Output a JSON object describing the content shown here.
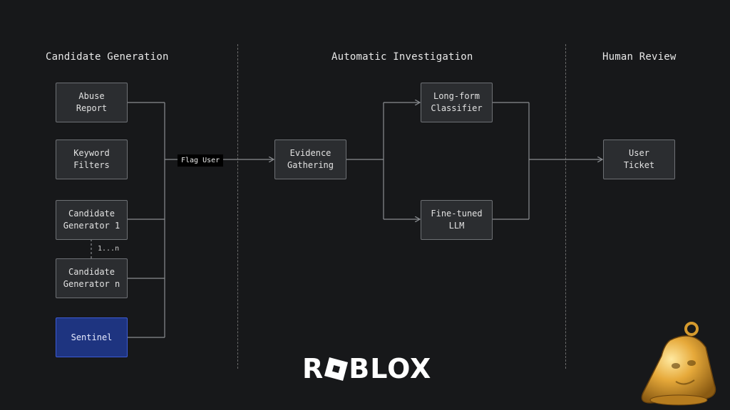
{
  "sections": {
    "candidate_generation": "Candidate Generation",
    "automatic_investigation": "Automatic Investigation",
    "human_review": "Human Review"
  },
  "nodes": {
    "abuse_report": "Abuse\nReport",
    "keyword_filters": "Keyword\nFilters",
    "candidate_generator_1": "Candidate\nGenerator 1",
    "candidate_generator_n": "Candidate\nGenerator n",
    "sentinel": "Sentinel",
    "evidence_gathering": "Evidence\nGathering",
    "long_form_classifier": "Long-form\nClassifier",
    "fine_tuned_llm": "Fine-tuned\nLLM",
    "user_ticket": "User\nTicket"
  },
  "edge_labels": {
    "flag_user": "Flag User",
    "range": "1...n"
  },
  "logo": {
    "left": "R",
    "right": "BLOX",
    "icon": "roblox-tilted-square-icon"
  },
  "sticker": {
    "icon": "golden-bell-sticker-icon"
  },
  "colors": {
    "background": "#17181a",
    "node_fill": "#2b2d30",
    "node_border": "#6e7175",
    "highlight_fill": "#1e3480",
    "highlight_border": "#3c5bd6",
    "wire": "#8a8d91"
  }
}
